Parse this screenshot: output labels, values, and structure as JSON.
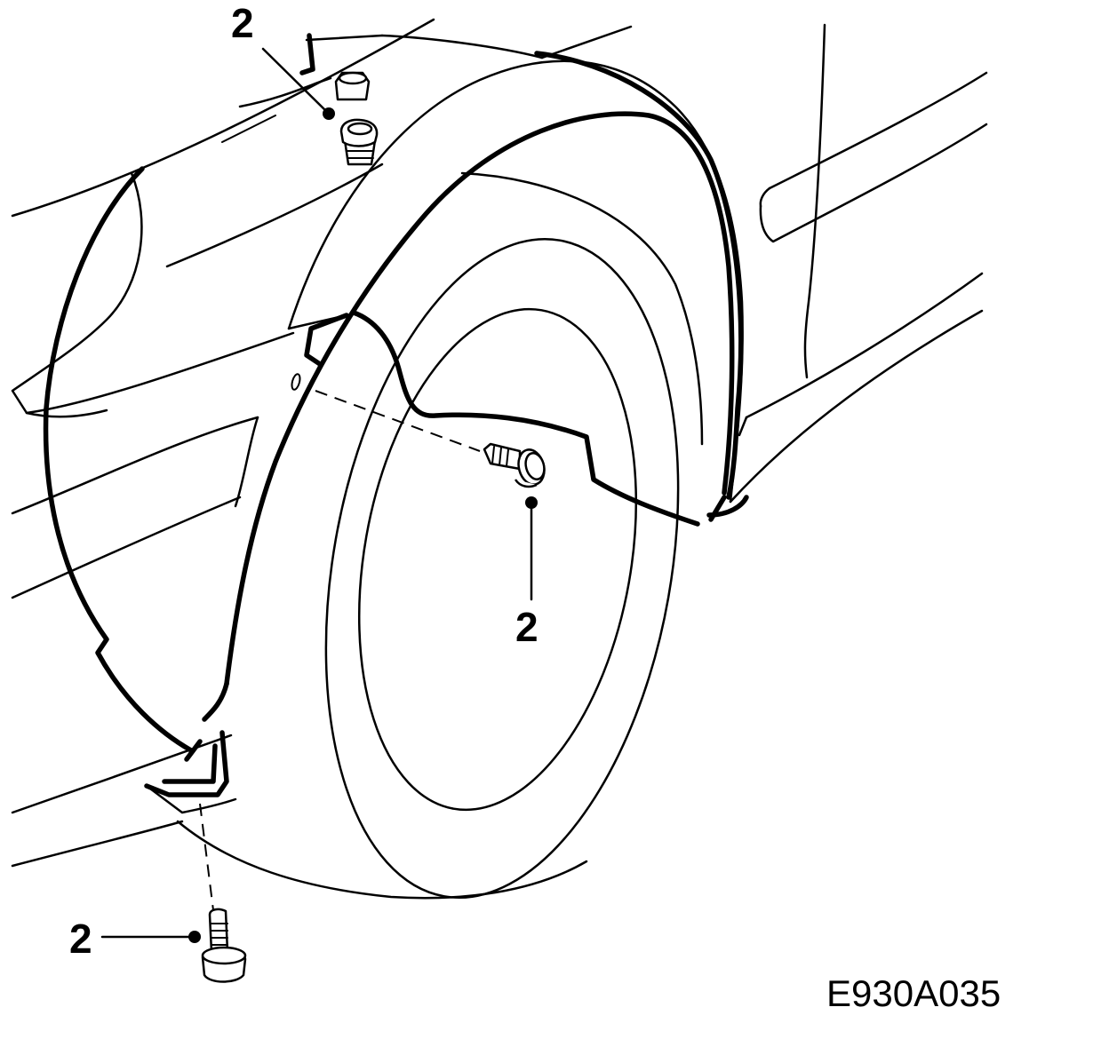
{
  "figure": {
    "code": "E930A035"
  },
  "callouts": [
    {
      "id": "top",
      "label": "2"
    },
    {
      "id": "center",
      "label": "2"
    },
    {
      "id": "bottom",
      "label": "2"
    }
  ],
  "colors": {
    "line": "#000000",
    "background": "#ffffff"
  }
}
